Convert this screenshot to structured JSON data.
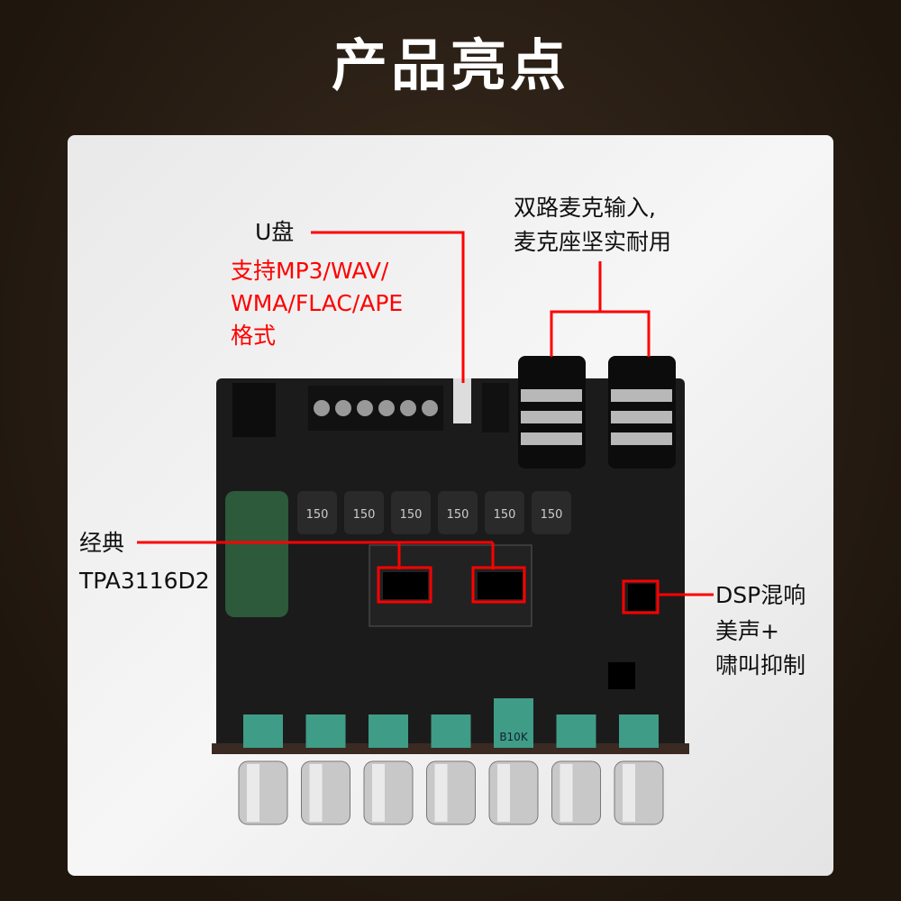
{
  "title": "产品亮点",
  "labels": {
    "usb": {
      "name": "U盘",
      "desc_lines": [
        "支持MP3/WAV/",
        "WMA/FLAC/APE",
        "格式"
      ]
    },
    "mic": {
      "lines": [
        "双路麦克输入,",
        "麦克座坚实耐用"
      ]
    },
    "amp": {
      "lines": [
        "经典",
        "TPA3116D2"
      ]
    },
    "dsp": {
      "lines": [
        "DSP混响",
        "美声+",
        "啸叫抑制"
      ]
    }
  },
  "board": {
    "inductor_marking": "150",
    "potentiometer_marking": "B10K",
    "knob_count": 7
  },
  "colors": {
    "callout": "#ff0000",
    "pcb": "#1b1b1b",
    "pot": "#3f9c86"
  }
}
